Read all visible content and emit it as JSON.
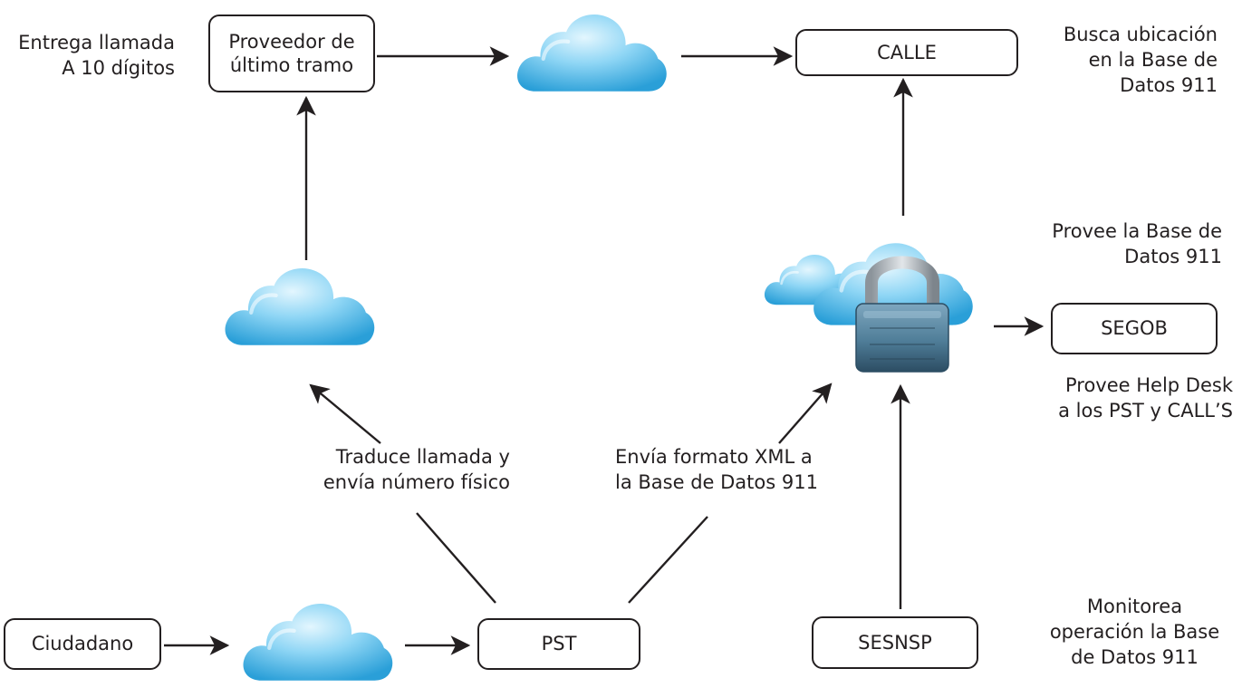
{
  "nodes": {
    "proveedor": [
      "Proveedor de",
      "último tramo"
    ],
    "calle": "CALLE",
    "segob": "SEGOB",
    "ciudadano": "Ciudadano",
    "pst": "PST",
    "sesnsp": "SESNSP"
  },
  "annotations": {
    "entrega": [
      "Entrega llamada",
      "A 10 dígitos"
    ],
    "busca": [
      "Busca ubicación",
      "en la Base de",
      "Datos 911"
    ],
    "provee_base": [
      "Provee la Base de",
      "Datos 911"
    ],
    "provee_help": [
      "Provee Help Desk",
      "a los PST y CALL’S"
    ],
    "monitorea": [
      "Monitorea",
      "operación la Base",
      "de Datos 911"
    ],
    "traduce": [
      "Traduce llamada y",
      "envía número físico"
    ],
    "envia": [
      "Envía formato XML a",
      "la Base de Datos 911"
    ]
  },
  "colors": {
    "stroke": "#231f20",
    "cloud_light": "#d6f2fd",
    "cloud_mid": "#7fd0f3",
    "cloud_dark": "#2a9fd8",
    "lock_body": "#4f7d98",
    "lock_shackle": "#b9c0c6"
  },
  "icons": [
    "cloud-icon",
    "cloud-lock-icon"
  ]
}
